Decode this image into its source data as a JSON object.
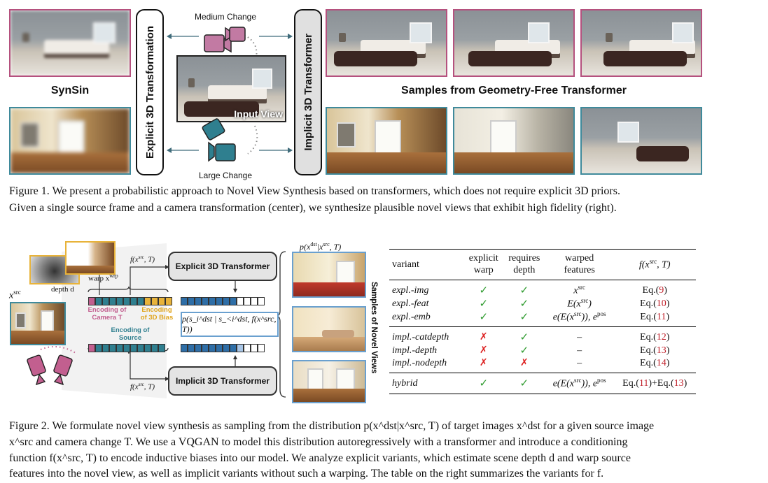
{
  "figure1": {
    "synsin_label": "SynSin",
    "samples_label": "Samples from Geometry-Free Transformer",
    "explicit_label": "Explicit 3D Transformation",
    "implicit_label": "Implicit 3D Transformer",
    "medium_change": "Medium Change",
    "large_change": "Large Change",
    "input_view": "Input View",
    "caption_line1": "Figure 1. We present a probabilistic approach to Novel View Synthesis based on transformers, which does not require explicit 3D priors.",
    "caption_line2": "Given a single source frame and a camera transformation (center), we synthesize plausible novel views that exhibit high fidelity (right)."
  },
  "figure2": {
    "xsrc_label": "x",
    "xsrc_sup": "src",
    "depth_label": "depth d",
    "warp_label": "warp x",
    "warp_sup": "wrp",
    "f_label_top": "f(x",
    "f_label_sup": "src",
    "f_label_end": ", T)",
    "explicit_box": "Explicit 3D Transformer",
    "implicit_box": "Implicit 3D Transformer",
    "enc_camera": "Encoding of Camera T",
    "enc_bias": "Encoding of 3D Bias",
    "enc_source": "Encoding of Source",
    "pdist_label": "p(x",
    "pdist_sup1": "dst",
    "pdist_mid": "|x",
    "pdist_sup2": "src",
    "pdist_end": ", T)",
    "cond_formula": "p(s_i^dst | s_<i^dst, f(x^src, T))",
    "samples_side": "Samples of Novel Views",
    "colors": {
      "camera": "#c25f8f",
      "bias": "#e8b33a",
      "source": "#2f7f8f",
      "tokens": "#2e6ea7"
    }
  },
  "table": {
    "headers": {
      "variant": "variant",
      "explicit_warp_1": "explicit",
      "explicit_warp_2": "warp",
      "requires_depth_1": "requires",
      "requires_depth_2": "depth",
      "warped_features_1": "warped",
      "warped_features_2": "features",
      "f": "f(x^src, T)"
    },
    "rows": [
      {
        "variant": "expl.-img",
        "warp": "✓",
        "depth": "✓",
        "features": "x^src",
        "eq_pre": "Eq.(",
        "eq": "9",
        "eq_post": ")"
      },
      {
        "variant": "expl.-feat",
        "warp": "✓",
        "depth": "✓",
        "features": "E(x^src)",
        "eq_pre": "Eq.(",
        "eq": "10",
        "eq_post": ")"
      },
      {
        "variant": "expl.-emb",
        "warp": "✓",
        "depth": "✓",
        "features": "e(E(x^src)), e^pos",
        "eq_pre": "Eq.(",
        "eq": "11",
        "eq_post": ")"
      },
      {
        "variant": "impl.-catdepth",
        "warp": "✗",
        "depth": "✓",
        "features": "–",
        "eq_pre": "Eq.(",
        "eq": "12",
        "eq_post": ")"
      },
      {
        "variant": "impl.-depth",
        "warp": "✗",
        "depth": "✓",
        "features": "–",
        "eq_pre": "Eq.(",
        "eq": "13",
        "eq_post": ")"
      },
      {
        "variant": "impl.-nodepth",
        "warp": "✗",
        "depth": "✗",
        "features": "–",
        "eq_pre": "Eq.(",
        "eq": "14",
        "eq_post": ")"
      },
      {
        "variant": "hybrid",
        "warp": "✓",
        "depth": "✓",
        "features": "e(E(x^src)), e^pos",
        "eq_pre": "Eq.(",
        "eq": "11",
        "eq_mid": ")+Eq.(",
        "eq2": "13",
        "eq_post": ")"
      }
    ]
  },
  "caption2": {
    "line1": "Figure 2.  We formulate novel view synthesis as sampling from the distribution p(x^dst|x^src, T) of target images x^dst for a given source image",
    "line2": "x^src and camera change T. We use a VQGAN to model this distribution autoregressively with a transformer and introduce a conditioning",
    "line3": "function f(x^src, T) to encode inductive biases into our model. We analyze explicit variants, which estimate scene depth d and warp source",
    "line4": "features into the novel view, as well as implicit variants without such a warping. The table on the right summarizes the variants for f."
  }
}
